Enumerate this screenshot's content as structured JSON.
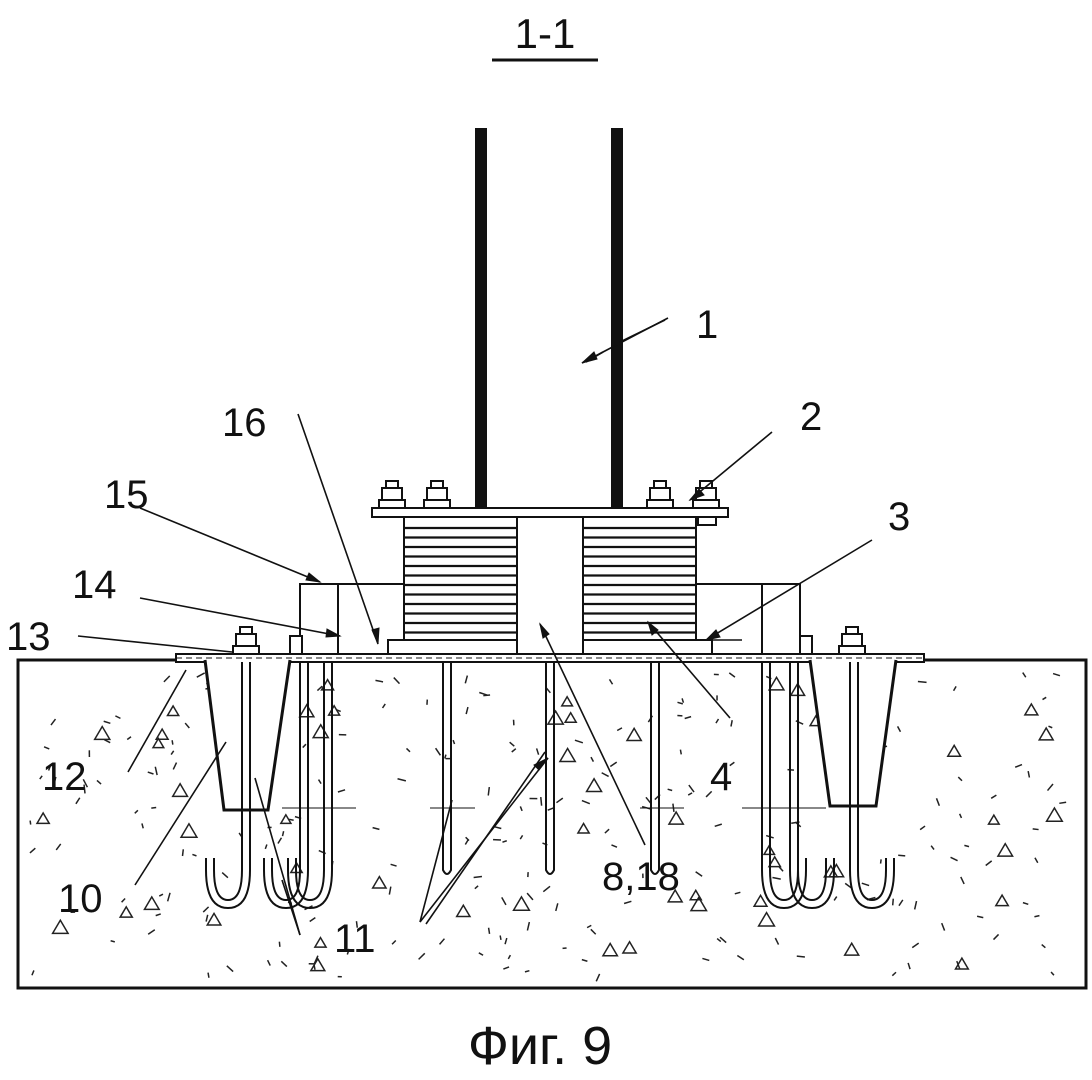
{
  "section_label": "1-1",
  "caption": "Фиг. 9",
  "callouts": {
    "c1": "1",
    "c2": "2",
    "c3": "3",
    "c4": "4",
    "c8_18": "8,18",
    "c10": "10",
    "c11": "11",
    "c12": "12",
    "c13": "13",
    "c14": "14",
    "c15": "15",
    "c16": "16"
  },
  "colors": {
    "ink": "#111111",
    "paper": "#ffffff"
  }
}
